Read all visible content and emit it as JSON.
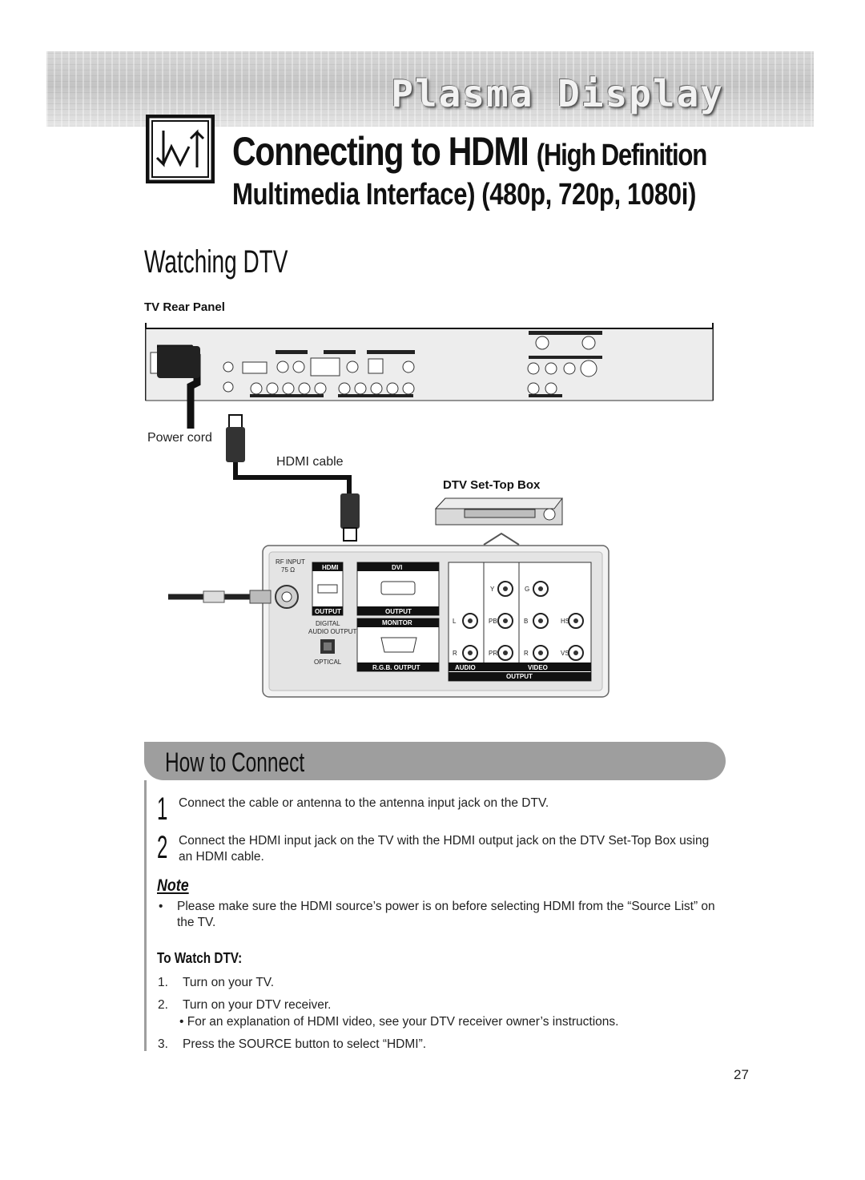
{
  "header": {
    "brand": "Plasma Display",
    "title_main": "Connecting to HDMI",
    "title_paren": "(High Definition",
    "title_line2": "Multimedia Interface) (480p, 720p, 1080i)"
  },
  "section": {
    "title": "Watching DTV"
  },
  "diagram": {
    "tv_rear_panel": "TV Rear Panel",
    "power_cord": "Power cord",
    "hdmi_cable": "HDMI cable",
    "dtv_box": "DTV Set-Top Box",
    "panel": {
      "rf_input": "RF INPUT",
      "rf_ohm": "75 Ω",
      "hdmi": "HDMI",
      "dvi": "DVI",
      "output": "OUTPUT",
      "digital": "DIGITAL",
      "audio_output": "AUDIO OUTPUT",
      "monitor": "MONITOR",
      "optical": "OPTICAL",
      "rgb_output": "R.G.B. OUTPUT",
      "audio": "AUDIO",
      "video": "VIDEO",
      "jack_y": "Y",
      "jack_g": "G",
      "jack_l": "L",
      "jack_pb": "PB",
      "jack_b": "B",
      "jack_hs": "HS",
      "jack_r_audio": "R",
      "jack_pr": "PR",
      "jack_r": "R",
      "jack_vs": "VS"
    }
  },
  "how_to": {
    "title": "How to Connect",
    "steps": [
      {
        "num": "1",
        "text": "Connect the cable or antenna to the antenna input jack on the DTV."
      },
      {
        "num": "2",
        "text": "Connect the HDMI input jack on the TV with the HDMI output jack on the DTV Set-Top Box using an HDMI cable."
      }
    ]
  },
  "note": {
    "title": "Note",
    "bullet": "Please make sure the HDMI source’s power is on before selecting HDMI from the “Source List” on the TV."
  },
  "watch": {
    "title": "To Watch DTV:",
    "items": [
      {
        "num": "1.",
        "text": "Turn on your TV."
      },
      {
        "num": "2.",
        "text": "Turn on your DTV receiver."
      },
      {
        "num": "3.",
        "text": "Press the SOURCE button to select “HDMI”."
      }
    ],
    "sub_bullet": "• For an explanation of HDMI video, see your DTV receiver owner’s instructions."
  },
  "page_number": "27"
}
